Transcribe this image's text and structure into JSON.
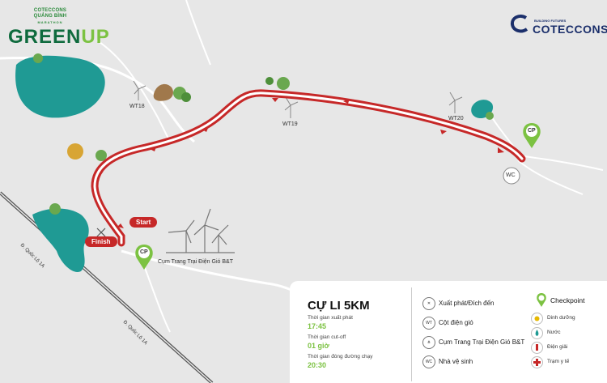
{
  "logo_green": {
    "line1": "COTECCONS",
    "line2": "QUẢNG BÌNH",
    "line3": "MARATHON",
    "word": "GREEN",
    "up": "UP"
  },
  "logo_coteccons": {
    "tagline": "BUILDING FUTURES",
    "name": "COTECCONS"
  },
  "map_labels": {
    "wt18": "WT18",
    "wt19": "WT19",
    "wt20": "WT20",
    "road_1": "Đ. Quốc Lộ 1A",
    "road_2": "Đ. Quốc Lộ 1A",
    "wind_farm": "Cụm Trang Trại Điện Gió B&T",
    "start": "Start",
    "finish": "Finish",
    "cp": "CP",
    "wc": "WC"
  },
  "legend": {
    "title": "CỰ LI 5KM",
    "start_time_label": "Thời gian xuất phát",
    "start_time": "17:45",
    "cutoff_label": "Thời gian cut-off",
    "cutoff": "01 giờ",
    "close_label": "Thời gian đóng đường chạy",
    "close": "20:30",
    "items": {
      "start_finish": "Xuất phát/Đích đến",
      "wind_tower": "Cột điện gió",
      "wind_farm": "Cụm Trang Trại Điện Gió B&T",
      "toilet": "Nhà vệ sinh",
      "wt_code": "WT",
      "wc_code": "WC"
    },
    "checkpoint": {
      "title": "Checkpoint",
      "nutrition": "Dinh dưỡng",
      "water": "Nước",
      "electrolyte": "Điện giải",
      "medical": "Trạm y tế"
    }
  },
  "colors": {
    "background": "#e7e7e7",
    "route": "#c62828",
    "lake": "#1f9a94",
    "checkpoint": "#7cc242",
    "brand_navy": "#1b2f6b"
  }
}
